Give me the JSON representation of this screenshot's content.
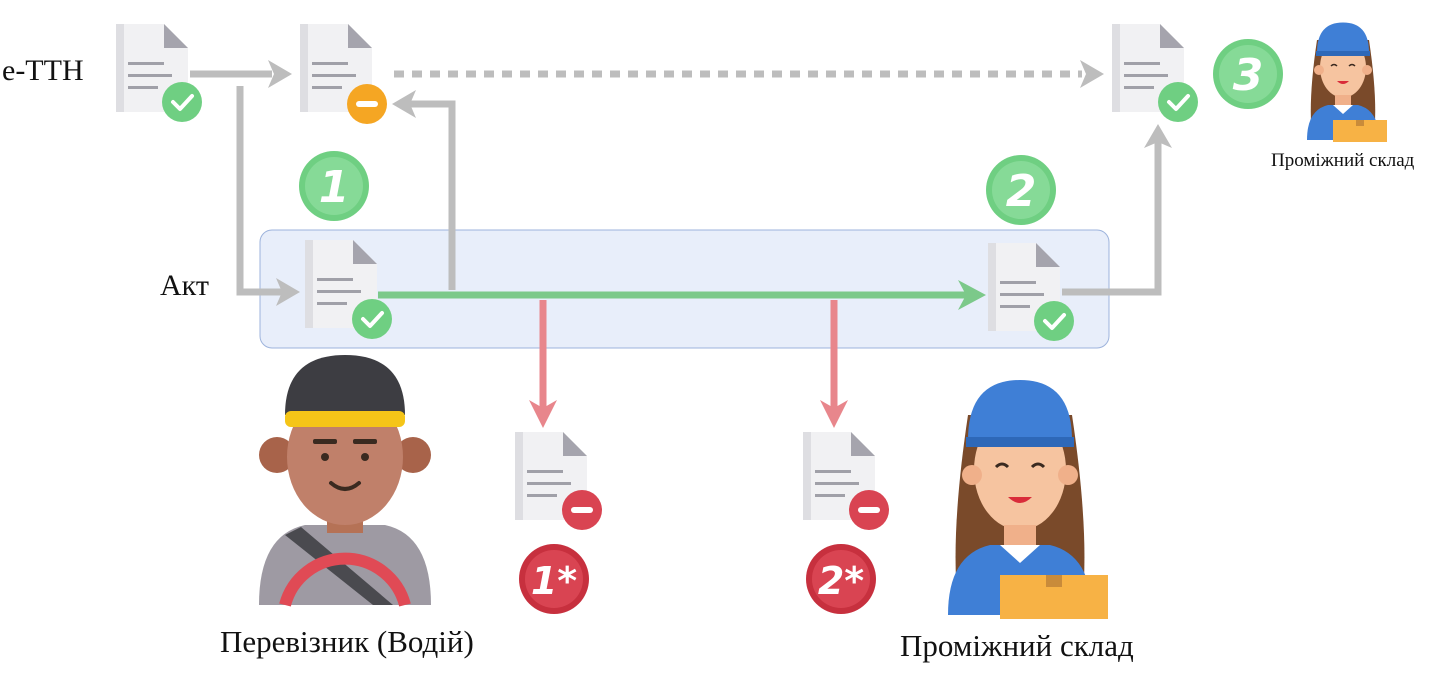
{
  "rows": {
    "ettn_label": "е-ТТН",
    "act_label": "Акт"
  },
  "people": {
    "carrier_label": "Перевізник (Водій)",
    "warehouse_label": "Проміжний склад",
    "warehouse_small_label": "Проміжний склад"
  },
  "badges": {
    "step1": "1",
    "step2": "2",
    "step3": "3",
    "reject1": "1*",
    "reject2": "2*"
  },
  "colors": {
    "success_green": "#6fcf82",
    "flow_green": "#7cc98a",
    "reject_red": "#d94452",
    "reject_arrow": "#e8868c",
    "pending_orange": "#f5a623",
    "gray_arrow": "#bdbdbd",
    "act_panel_fill": "#e8eefa",
    "act_panel_border": "#9db3dc"
  },
  "icons": {
    "document": "document-icon",
    "approved": "check-circle-icon",
    "pending": "minus-circle-orange-icon",
    "rejected": "minus-circle-red-icon",
    "carrier": "driver-avatar-icon",
    "warehouse": "warehouse-worker-avatar-icon"
  }
}
